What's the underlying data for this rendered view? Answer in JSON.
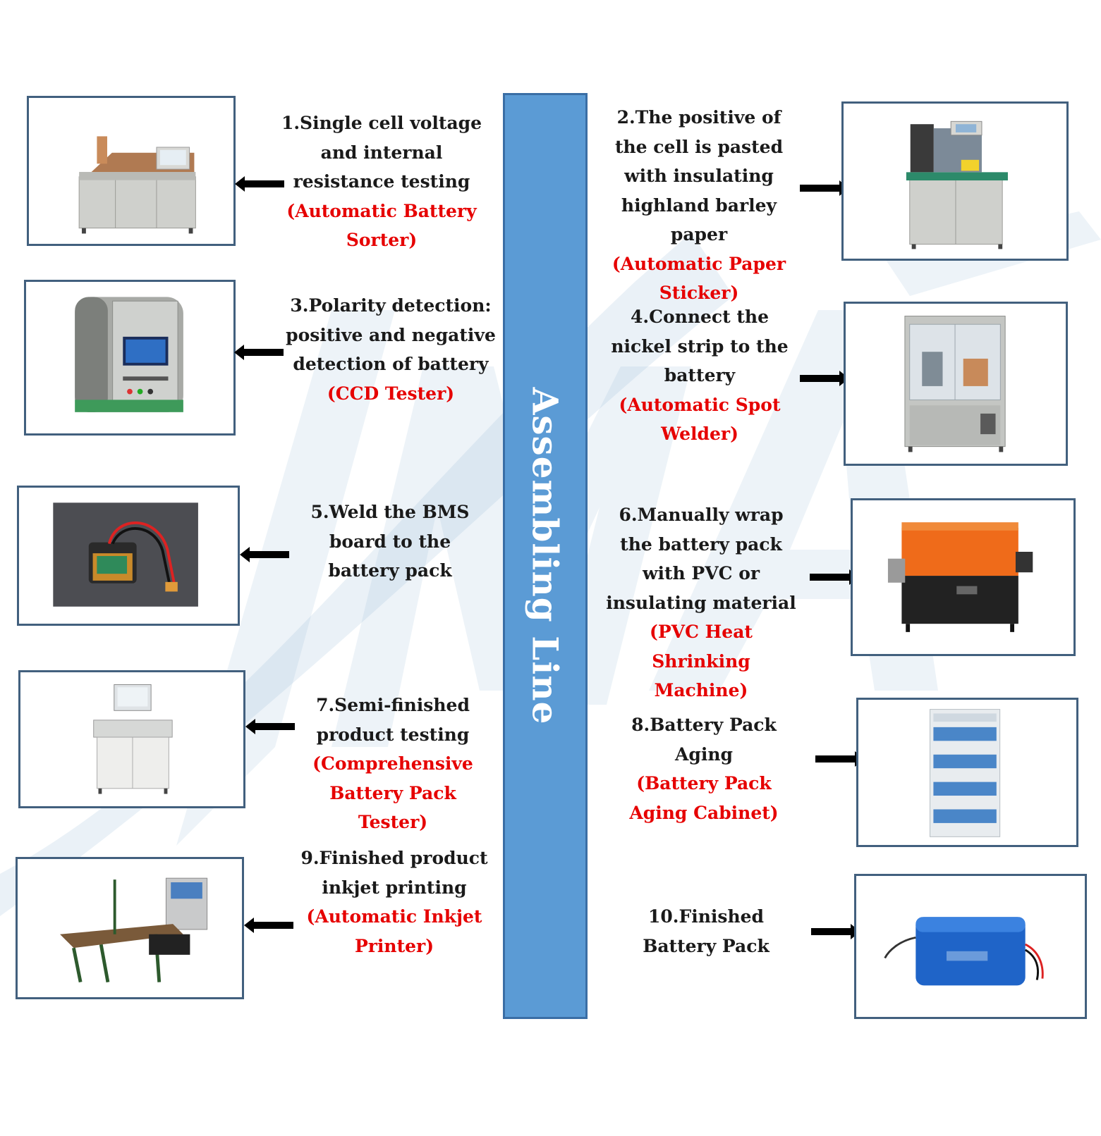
{
  "center_bar": {
    "label": "Assembling Line",
    "color": "#5b9bd5"
  },
  "colors": {
    "description_text": "#1a1a1a",
    "machine_name_text": "#e60000",
    "frame_border": "#42607e"
  },
  "steps": [
    {
      "desc": "1.Single cell voltage and internal resistance testing",
      "machine": "(Automatic Battery Sorter)",
      "image": "automatic-battery-sorter-photo"
    },
    {
      "desc": "2.The positive of the cell is pasted with insulating highland barley paper",
      "machine": "(Automatic Paper Sticker)",
      "image": "automatic-paper-sticker-photo"
    },
    {
      "desc": "3.Polarity detection: positive and negative detection of battery",
      "machine": "(CCD Tester)",
      "image": "ccd-tester-photo"
    },
    {
      "desc": "4.Connect the nickel strip to the battery",
      "machine": "(Automatic Spot Welder)",
      "image": "automatic-spot-welder-photo"
    },
    {
      "desc": "5.Weld the BMS board to the battery pack",
      "machine": "",
      "image": "bms-board-battery-photo"
    },
    {
      "desc": "6.Manually wrap the battery pack with PVC or insulating material",
      "machine": "(PVC Heat Shrinking Machine)",
      "image": "pvc-heat-shrinking-machine-photo"
    },
    {
      "desc": "7.Semi-finished product testing",
      "machine": "(Comprehensive Battery Pack Tester)",
      "image": "battery-pack-tester-photo"
    },
    {
      "desc": "8.Battery Pack Aging",
      "machine": "(Battery Pack Aging Cabinet)",
      "image": "battery-pack-aging-cabinet-photo"
    },
    {
      "desc": "9.Finished product inkjet printing",
      "machine": "(Automatic Inkjet Printer)",
      "image": "automatic-inkjet-printer-photo"
    },
    {
      "desc": "10.Finished Battery Pack",
      "machine": "",
      "image": "finished-battery-pack-photo"
    }
  ]
}
